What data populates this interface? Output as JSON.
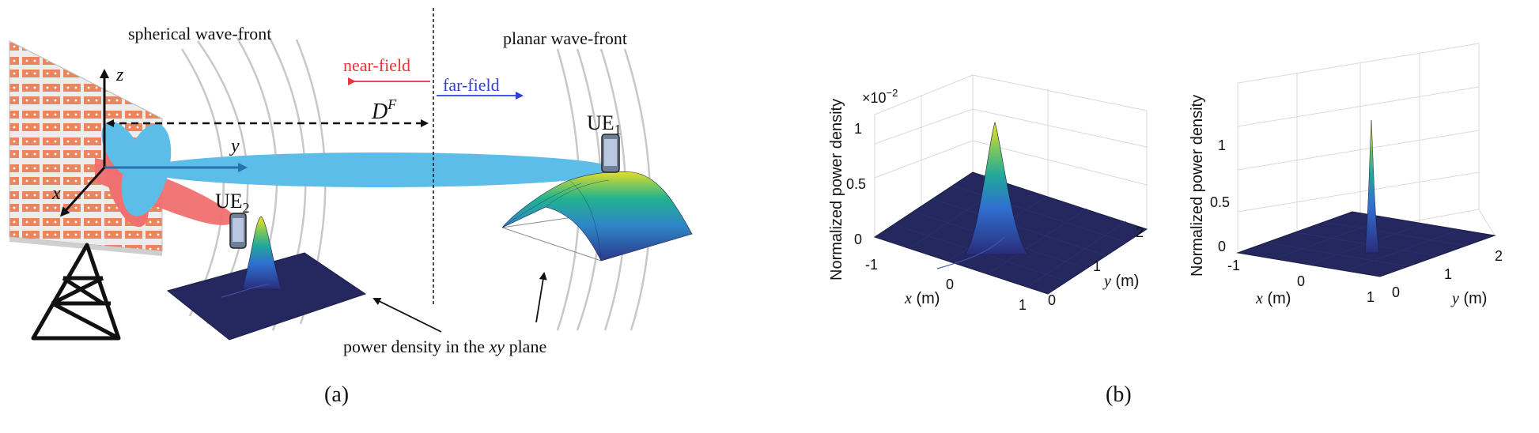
{
  "panel_a": {
    "spherical_label": "spherical wave-front",
    "planar_label": "planar wave-front",
    "near_field_label": "near-field",
    "far_field_label": "far-field",
    "distance_label": "D",
    "distance_sup": "F",
    "ue1_label": "UE",
    "ue1_sub": "1",
    "ue2_label": "UE",
    "ue2_sub": "2",
    "axis_x": "x",
    "axis_y": "y",
    "axis_z": "z",
    "power_caption_prefix": "power density in the ",
    "power_caption_var": "xy",
    "power_caption_suffix": " plane",
    "caption": "(a)",
    "colors": {
      "near": "#e8353a",
      "far": "#2f3fd8",
      "beam_blue": "#5bbde8",
      "beam_red": "#f07070",
      "panel": "#e9855f"
    }
  },
  "panel_b": {
    "caption": "(b)",
    "left_plot": {
      "zlabel": "Normalized power density",
      "multiplier": "×10",
      "multiplier_exp": "−2",
      "zticks": [
        "1",
        "0.5",
        "0"
      ],
      "xticks": [
        "-1",
        "0",
        "1"
      ],
      "yticks": [
        "0",
        "1",
        "2"
      ],
      "xlabel": "x",
      "xlabel_unit": " (m)",
      "ylabel": "y",
      "ylabel_unit": " (m)"
    },
    "right_plot": {
      "zlabel": "Normalized power density",
      "zticks": [
        "1",
        "0.5",
        "0"
      ],
      "xticks": [
        "-1",
        "0",
        "1"
      ],
      "yticks": [
        "0",
        "1",
        "2"
      ],
      "xlabel": "x",
      "xlabel_unit": " (m)",
      "ylabel": "y",
      "ylabel_unit": " (m)"
    }
  }
}
